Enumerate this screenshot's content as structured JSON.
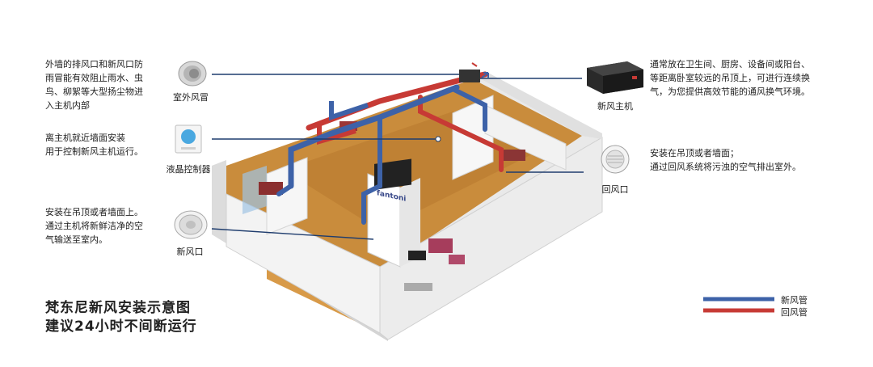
{
  "title": {
    "line1": "梵东尼新风安装示意图",
    "line2": "建议24小时不间断运行"
  },
  "callouts": {
    "outdoor_hood": {
      "label": "室外风冒",
      "desc": [
        "外墙的排风口和新风口防",
        "雨冒能有效阻止雨水、虫",
        "鸟、柳絮等大型扬尘物进",
        "入主机内部"
      ]
    },
    "lcd_controller": {
      "label": "液晶控制器",
      "desc": [
        "离主机就近墙面安装",
        "用于控制新风主机运行。"
      ]
    },
    "fresh_air_vent": {
      "label": "新风口",
      "desc": [
        "安装在吊顶或者墙面上。",
        "通过主机将新鲜洁净的空",
        "气输送至室内。"
      ]
    },
    "main_unit": {
      "label": "新风主机",
      "desc": [
        "通常放在卫生间、厨房、设备间或阳台、",
        "等距离卧室较远的吊顶上，可进行连续换",
        "气，为您提供高效节能的通风换气环境。"
      ]
    },
    "return_vent": {
      "label": "回风口",
      "desc": [
        "安装在吊顶或者墙面；",
        "通过回风系统将污浊的空气排出室外。"
      ]
    }
  },
  "legend": {
    "fresh": {
      "label": "新风管",
      "color": "#3d62a8"
    },
    "return": {
      "label": "回风管",
      "color": "#c73a35"
    }
  },
  "house": {
    "brand_sign": "fantoni"
  },
  "colors": {
    "leader_line": "#1f3d6e",
    "wall": "#f4f4f4",
    "floor": "#c98c3c"
  }
}
